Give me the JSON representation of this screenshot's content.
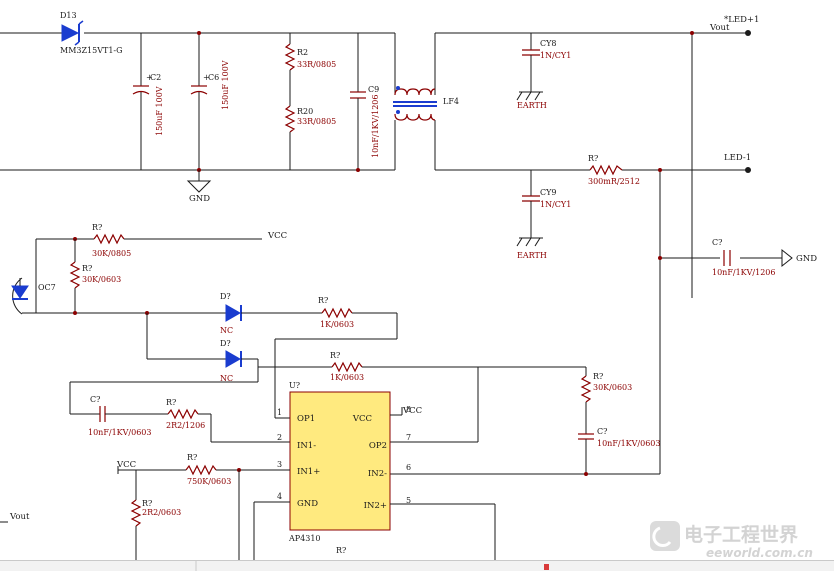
{
  "components": {
    "d13": {
      "ref": "D13",
      "value": "MM3Z15VT1-G"
    },
    "c2": {
      "ref": "C2",
      "value": "150uF 100V"
    },
    "c6": {
      "ref": "C6",
      "value": "150uF 100V"
    },
    "r2": {
      "ref": "R2",
      "value": "33R/0805"
    },
    "r20": {
      "ref": "R20",
      "value": "33R/0805"
    },
    "c9": {
      "ref": "C9",
      "value": "10nF/1KV/1206"
    },
    "lf4": {
      "ref": "LF4"
    },
    "cy8": {
      "ref": "CY8",
      "value": "1N/CY1"
    },
    "cy9": {
      "ref": "CY9",
      "value": "1N/CY1"
    },
    "r_sense": {
      "ref": "R?",
      "value": "300mR/2512"
    },
    "c_gnd": {
      "ref": "C?",
      "value": "10nF/1KV/1206"
    },
    "r_vcc": {
      "ref": "R?",
      "value": "30K/0805"
    },
    "r_oc": {
      "ref": "R?",
      "value": "30K/0603"
    },
    "oc7": {
      "ref": "OC7"
    },
    "d_a": {
      "ref": "D?",
      "value": "NC"
    },
    "d_b": {
      "ref": "D?",
      "value": "NC"
    },
    "r_1k_a": {
      "ref": "R?",
      "value": "1K/0603"
    },
    "r_1k_b": {
      "ref": "R?",
      "value": "1K/0603"
    },
    "c_fb": {
      "ref": "C?",
      "value": "10nF/1KV/0603"
    },
    "r_2r2_a": {
      "ref": "R?",
      "value": "2R2/1206"
    },
    "r_30k_b": {
      "ref": "R?",
      "value": "30K/0603"
    },
    "c_fb2": {
      "ref": "C?",
      "value": "10nF/1KV/0603"
    },
    "r_750k": {
      "ref": "R?",
      "value": "750K/0603"
    },
    "r_2r2_b": {
      "ref": "R?",
      "value": "2R2/0603"
    },
    "r_bottom": {
      "ref": "R?"
    },
    "u": {
      "ref": "U?",
      "part": "AP4310",
      "pins_left": [
        {
          "num": "1",
          "name": "OP1"
        },
        {
          "num": "2",
          "name": "IN1-"
        },
        {
          "num": "3",
          "name": "IN1+"
        },
        {
          "num": "4",
          "name": "GND"
        }
      ],
      "pins_right": [
        {
          "num": "8",
          "name": "VCC"
        },
        {
          "num": "7",
          "name": "OP2"
        },
        {
          "num": "6",
          "name": "IN2-"
        },
        {
          "num": "5",
          "name": "IN2+"
        }
      ]
    }
  },
  "nets": {
    "vout": "Vout",
    "led_plus": "*LED+1",
    "led_minus": "LED-1",
    "earth1": "EARTH",
    "earth2": "EARTH",
    "gnd_left": "GND",
    "gnd_right": "GND",
    "vcc_top": "VCC",
    "vcc_ic": "VCC",
    "vcc_left": "VCC",
    "vout_left": "Vout"
  },
  "watermark": {
    "cn": "电子工程世界",
    "en": "eeworld.com.cn"
  }
}
